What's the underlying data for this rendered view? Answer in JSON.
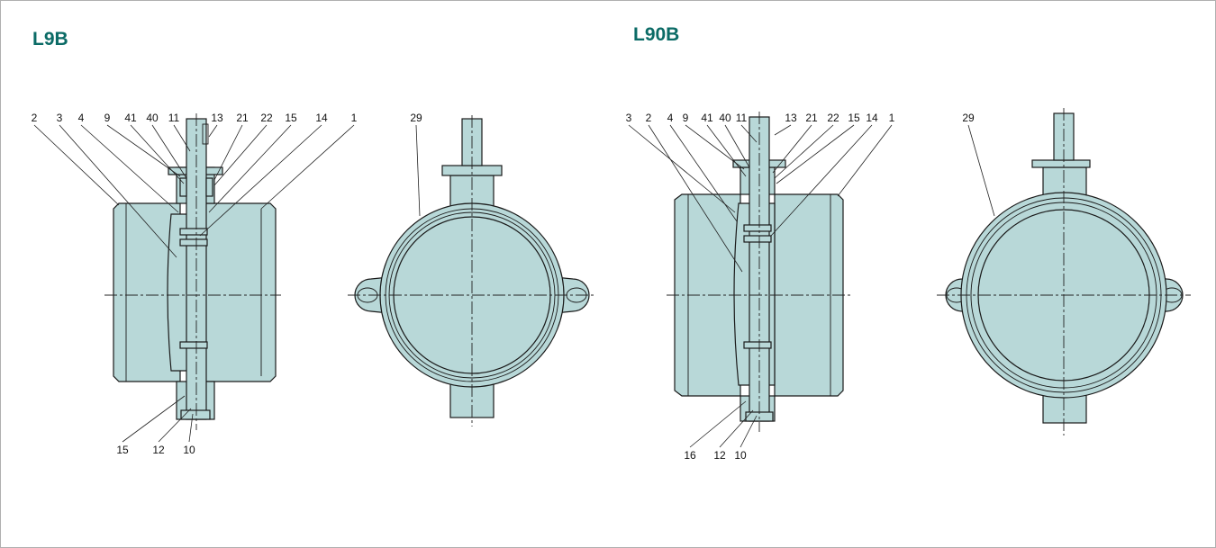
{
  "diagrams": [
    {
      "title": "L9B",
      "top_callouts": [
        "2",
        "3",
        "4",
        "9",
        "41",
        "40",
        "11",
        "13",
        "21",
        "22",
        "15",
        "14",
        "1"
      ],
      "bottom_callouts": [
        "15",
        "12",
        "10"
      ],
      "side_callout": "29"
    },
    {
      "title": "L90B",
      "top_callouts": [
        "3",
        "2",
        "4",
        "9",
        "41",
        "40",
        "11",
        "13",
        "21",
        "22",
        "15",
        "14",
        "1"
      ],
      "bottom_callouts": [
        "16",
        "12",
        "10"
      ],
      "side_callout": "29"
    }
  ],
  "colors": {
    "title": "#0b6b66",
    "body_fill": "#b8d8d8",
    "line": "#1a1a1a"
  }
}
